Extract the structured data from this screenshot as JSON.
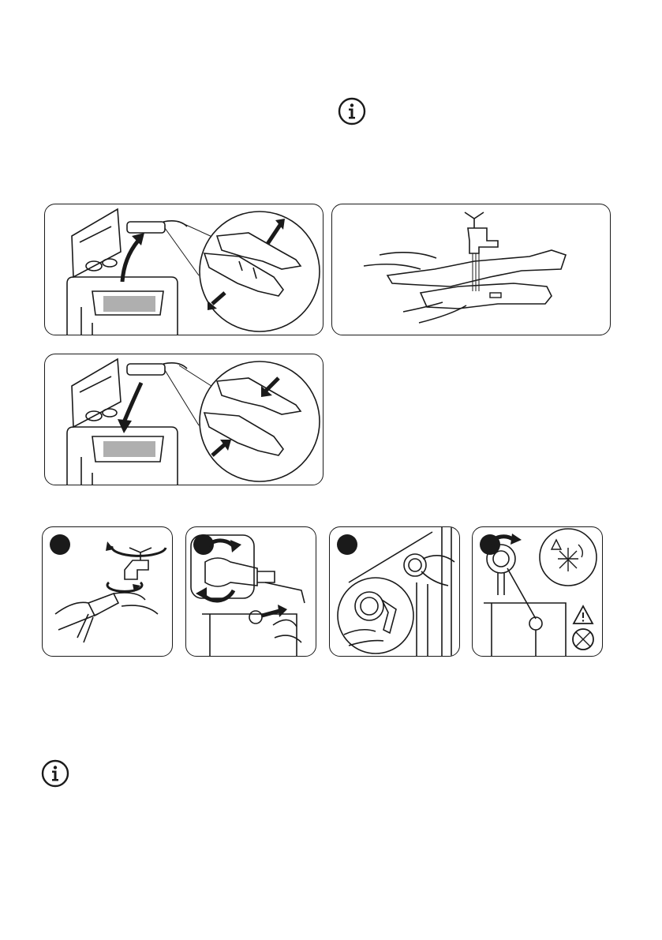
{
  "page": {
    "background": "#ffffff",
    "ink": "#1a1a1a"
  },
  "icons": {
    "top_info": "info-icon",
    "bottom_info": "info-icon"
  },
  "dispenser_section": {
    "panels": [
      {
        "name": "panel-remove-dispenser",
        "icon": "arrow-up-icon"
      },
      {
        "name": "panel-rinse-dispenser",
        "icon": "tap-icon"
      },
      {
        "name": "panel-insert-dispenser",
        "icon": "arrow-down-icon"
      }
    ]
  },
  "inlet_filter_section": {
    "steps": [
      {
        "name": "step-1-tap-filter",
        "icon": "tap-icon"
      },
      {
        "name": "step-2-hose-filter",
        "icon": "hose-icon"
      },
      {
        "name": "step-3-valve-filter",
        "icon": "brush-icon"
      },
      {
        "name": "step-4-reconnect",
        "icon": "warning-icon"
      }
    ]
  }
}
